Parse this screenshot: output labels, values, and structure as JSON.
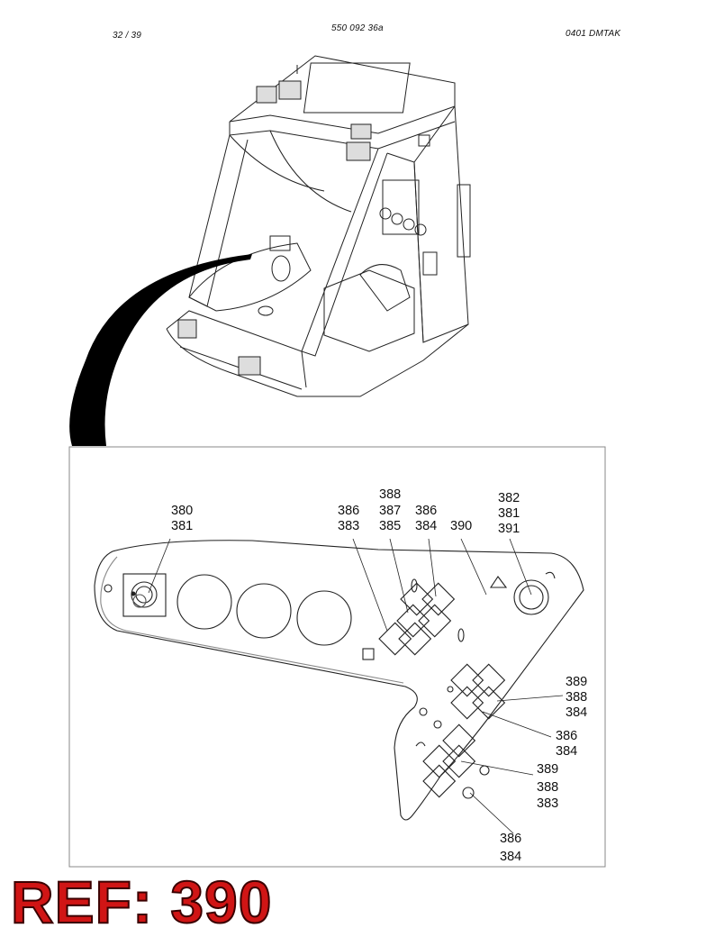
{
  "header": {
    "page": "32 / 39",
    "document": "550 092 36a",
    "code": "0401   DMTAK"
  },
  "callouts": {
    "c1": [
      "380",
      "381"
    ],
    "c2": [
      "386",
      "383"
    ],
    "c3": [
      "388",
      "387",
      "385"
    ],
    "c4": [
      "386",
      "384"
    ],
    "c5": [
      "390"
    ],
    "c6": [
      "382",
      "381",
      "391"
    ],
    "c7": [
      "389",
      "388",
      "384"
    ],
    "c8": [
      "386",
      "384"
    ],
    "c9": [
      "389",
      "388",
      "383"
    ],
    "c10": [
      "386",
      "384"
    ]
  },
  "reference": "REF: 390"
}
